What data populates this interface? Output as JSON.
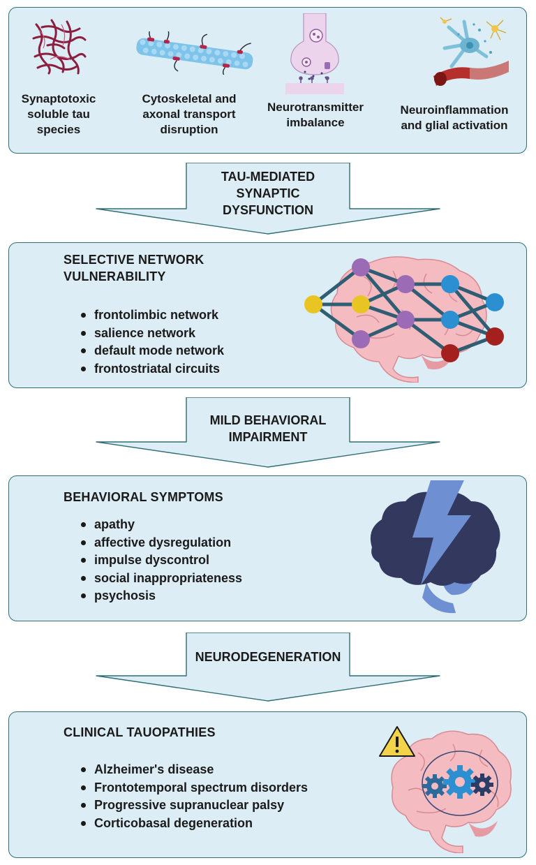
{
  "top": {
    "items": [
      {
        "label": "Synaptotoxic soluble tau species",
        "lines": [
          "Synaptotoxic",
          "soluble tau",
          "species"
        ],
        "icon": "tau-fibril-icon"
      },
      {
        "label": "Cytoskeletal and axonal transport disruption",
        "lines": [
          "Cytoskeletal and",
          "axonal transport",
          "disruption"
        ],
        "icon": "microtubule-icon"
      },
      {
        "label": "Neurotransmitter imbalance",
        "lines": [
          "Neurotransmitter",
          "imbalance"
        ],
        "icon": "synapse-icon"
      },
      {
        "label": "Neuroinflammation and glial activation",
        "lines": [
          "Neuroinflammation",
          "and glial activation"
        ],
        "icon": "glia-icon"
      }
    ]
  },
  "arrows": [
    {
      "lines": [
        "TAU-MEDIATED",
        "SYNAPTIC",
        "DYSFUNCTION"
      ]
    },
    {
      "lines": [
        "MILD BEHAVIORAL",
        "IMPAIRMENT"
      ]
    },
    {
      "lines": [
        "NEURODEGENERATION"
      ]
    }
  ],
  "network": {
    "title_lines": [
      "SELECTIVE NETWORK",
      "VULNERABILITY"
    ],
    "items": [
      "frontolimbic network",
      "salience network",
      "default mode network",
      "frontostriatal circuits"
    ]
  },
  "behavior": {
    "title": "BEHAVIORAL SYMPTOMS",
    "items": [
      "apathy",
      "affective dysregulation",
      "impulse dyscontrol",
      "social inappropriateness",
      "psychosis"
    ]
  },
  "clinical": {
    "title": "CLINICAL TAUOPATHIES",
    "items": [
      "Alzheimer's disease",
      "Frontotemporal spectrum disorders",
      "Progressive supranuclear palsy",
      "Corticobasal degeneration"
    ]
  },
  "colors": {
    "panel_fill": "#dcedf5",
    "panel_border": "#2f6e73",
    "node_yellow": "#e9c524",
    "node_purple": "#9c6bb5",
    "node_blue": "#2b8fd1",
    "node_red": "#a4201e",
    "brain_pink": "#f2b3b8",
    "brain_navy": "#33385e",
    "bolt_blue": "#6f8fd3"
  }
}
